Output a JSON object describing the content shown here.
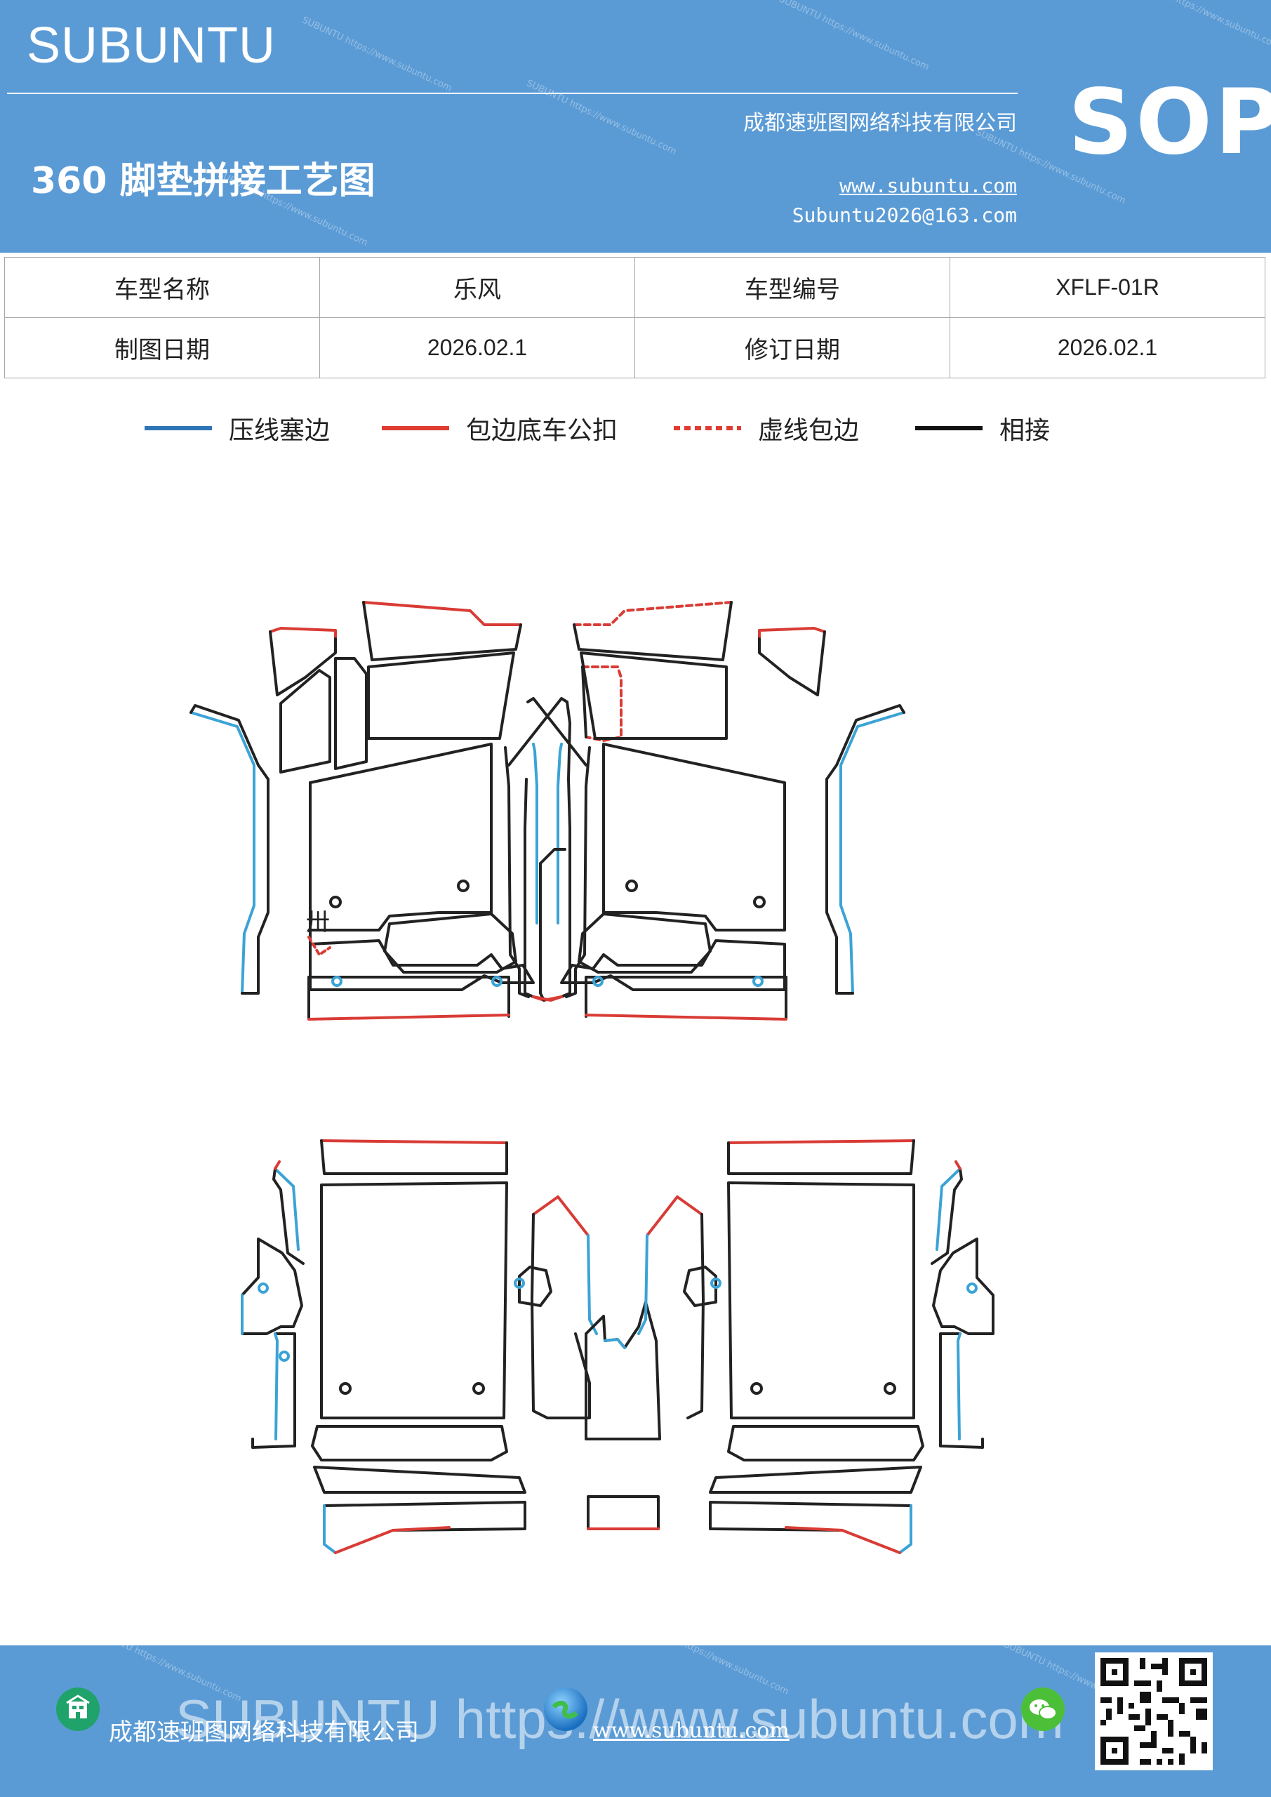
{
  "header": {
    "brand": "SUBUNTU",
    "company": "成都速班图网络科技有限公司",
    "doc_title": "360 脚垫拼接工艺图",
    "website": "www.subuntu.com",
    "email": "Subuntu2026@163.com",
    "badge": "SOP",
    "watermark": "SUBUNTU https://www.subuntu.com"
  },
  "info": {
    "rows": [
      [
        "车型名称",
        "乐风",
        "车型编号",
        "XFLF-01R"
      ],
      [
        "制图日期",
        "2026.02.1",
        "修订日期",
        "2026.02.1"
      ]
    ]
  },
  "legend": [
    {
      "label": "压线塞边",
      "color": "#2e75b6",
      "style": "solid"
    },
    {
      "label": "包边底车公扣",
      "color": "#e03c31",
      "style": "solid"
    },
    {
      "label": "虚线包边",
      "color": "#e03c31",
      "style": "dotted"
    },
    {
      "label": "相接",
      "color": "#111111",
      "style": "solid"
    }
  ],
  "diagram": {
    "stroke_colors": {
      "press": "#3ba3d6",
      "wrap": "#d93b35",
      "join": "#222222"
    },
    "label_fragment": "卅"
  },
  "footer": {
    "company": "成都速班图网络科技有限公司",
    "website": "www.subuntu.com",
    "watermark_big": "SUBUNTU https://www.subuntu.com"
  },
  "icons": [
    "building-icon",
    "globe-icon",
    "wechat-icon",
    "qr-code"
  ]
}
